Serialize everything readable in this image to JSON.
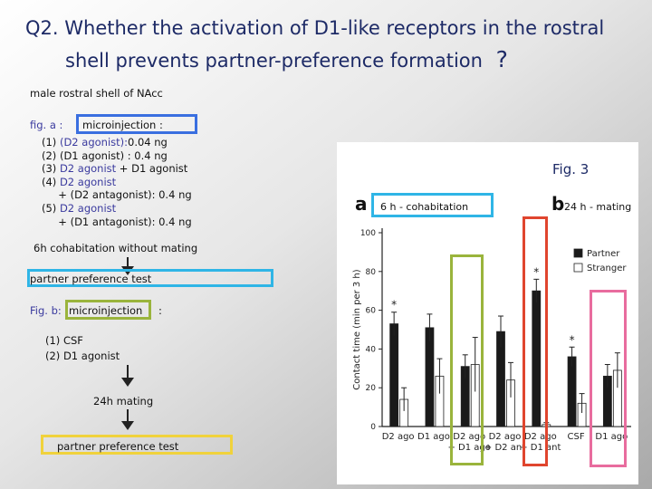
{
  "slide": {
    "title_line1": "Q2.  Whether the activation of D1-like receptors in the rostral",
    "title_line2": "shell prevents partner-preference formation",
    "title_qmark": "?",
    "subject": "male  rostral shell of NAcc",
    "fig_a_label": "fig. a :",
    "fig_a_step": "microinjection  :",
    "treatments_a": [
      {
        "num": "(1) ",
        "drug": "(D2 agonist):",
        "rest": "0.04 ng"
      },
      {
        "num": "(2) ",
        "drug": "",
        "rest": "(D1 agonist) : 0.4 ng"
      },
      {
        "num": "(3) ",
        "drug": "D2 agonist",
        "rest": " + D1 agonist"
      },
      {
        "num": "(4) ",
        "drug": "D2 agonist",
        "rest": ""
      },
      {
        "num": "     + ",
        "drug": "",
        "rest": "(D2 antagonist): 0.4 ng"
      },
      {
        "num": "(5) ",
        "drug": "D2 agonist",
        "rest": ""
      },
      {
        "num": "     + ",
        "drug": "",
        "rest": "(D1 antagonist): 0.4 ng"
      }
    ],
    "cohab_step": "6h cohabitation without mating",
    "pp_test_a": "partner preference test",
    "fig_b_label": "Fig. b:",
    "fig_b_step": "microinjection",
    "fig_b_colon": ":",
    "treatments_b": [
      "(1) CSF",
      "(2) D1 agonist"
    ],
    "mating_step": "24h mating",
    "pp_test_b": "partner preference test"
  },
  "figure": {
    "caption": "Fig. 3",
    "panel_a": "a",
    "panel_b": "b",
    "panel_a_condition": "6 h - cohabitation",
    "panel_b_condition": "24 h - mating",
    "significance": "*"
  },
  "chart_data": {
    "type": "bar",
    "title": "",
    "ylabel": "Contact time (min per 3 h)",
    "xlabel": "",
    "ylim": [
      0,
      100
    ],
    "yticks": [
      0,
      20,
      40,
      60,
      80,
      100
    ],
    "legend_position": "top-right",
    "categories": [
      [
        "D2 ago"
      ],
      [
        "D1 ago"
      ],
      [
        "D2 ago",
        "+ D1 ago"
      ],
      [
        "D2 ago",
        "+ D2 ant"
      ],
      [
        "D2 ago",
        "+ D1 ant"
      ],
      [
        "CSF"
      ],
      [
        "D1 ago"
      ]
    ],
    "series": [
      {
        "name": "Partner",
        "color": "#1a1a1a",
        "values": [
          53,
          51,
          31,
          49,
          70,
          36,
          26
        ],
        "errors": [
          6,
          7,
          6,
          8,
          6,
          5,
          6
        ]
      },
      {
        "name": "Stranger",
        "color": "#ffffff",
        "values": [
          14,
          26,
          32,
          24,
          1,
          12,
          29
        ],
        "errors": [
          6,
          9,
          14,
          9,
          1,
          5,
          9
        ]
      }
    ],
    "significant": [
      true,
      false,
      false,
      false,
      true,
      true,
      false
    ]
  },
  "colors": {
    "cyan": "#2fb5e6",
    "olive": "#9ab43c",
    "red": "#e0452e",
    "pink": "#e86c9e",
    "yellow": "#f0d23c",
    "blue_box": "#3a6fe0",
    "title": "#1d2a66"
  }
}
